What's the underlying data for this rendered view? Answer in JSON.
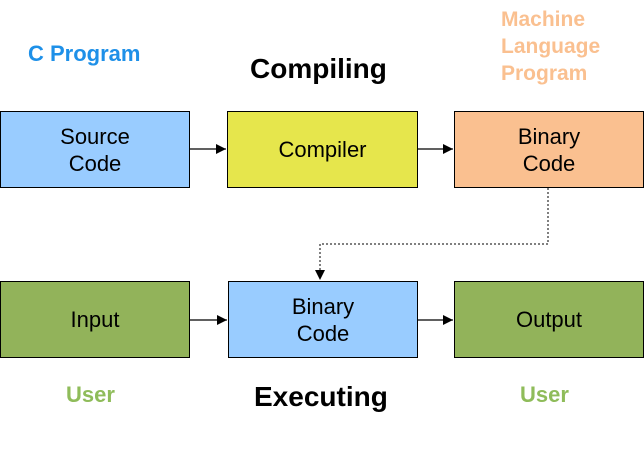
{
  "labels": {
    "c_program": "C Program",
    "machine_language": [
      "Machine",
      "Language",
      "Program"
    ],
    "compiling": "Compiling",
    "executing": "Executing",
    "user_left": "User",
    "user_right": "User"
  },
  "nodes": {
    "source_code": [
      "Source",
      "Code"
    ],
    "compiler": [
      "Compiler"
    ],
    "binary_code_top": [
      "Binary",
      "Code"
    ],
    "input": [
      "Input"
    ],
    "binary_code_bottom": [
      "Binary",
      "Code"
    ],
    "output": [
      "Output"
    ]
  },
  "colors": {
    "blue": "#99ccff",
    "yellow": "#e6e64c",
    "peach": "#fac090",
    "green": "#92b35a",
    "label_blue": "#1e90e8",
    "label_green": "#8fbc5a"
  }
}
